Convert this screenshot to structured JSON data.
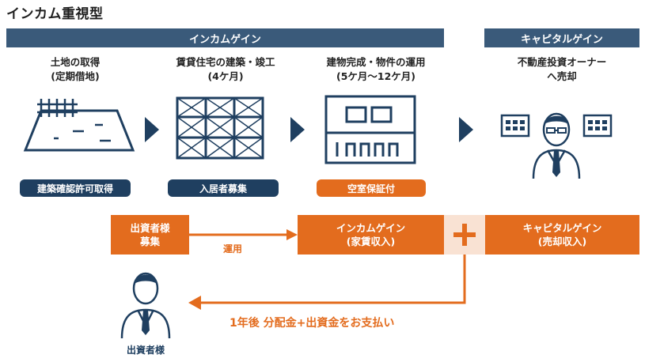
{
  "title": "インカム重視型",
  "bands": {
    "income": "インカムゲイン",
    "capital": "キャピタルゲイン"
  },
  "steps": [
    {
      "line1": "土地の取得",
      "line2": "(定期借地)",
      "badge": "建築確認許可取得"
    },
    {
      "line1": "賃貸住宅の建築・竣工",
      "line2": "(4ケ月)",
      "badge": "入居者募集"
    },
    {
      "line1": "建物完成・物件の運用",
      "line2": "(5ケ月〜12ケ月)",
      "badge": "空室保証付"
    },
    {
      "line1": "不動産投資オーナー",
      "line2": "へ売却"
    }
  ],
  "flow": {
    "investor_box_line1": "出資者様",
    "investor_box_line2": "募集",
    "arrow_label": "運用",
    "income_box_line1": "インカムゲイン",
    "income_box_line2": "(家賃収入)",
    "capital_box_line1": "キャピタルゲイン",
    "capital_box_line2": "(売却収入)",
    "return_label": "1年後 分配金+出資金をお支払い",
    "investor_caption": "出資者様"
  },
  "colors": {
    "navy": "#1f3f60",
    "band": "#3a5a7a",
    "orange": "#e36c1e",
    "light_orange": "#f9e2d3"
  }
}
